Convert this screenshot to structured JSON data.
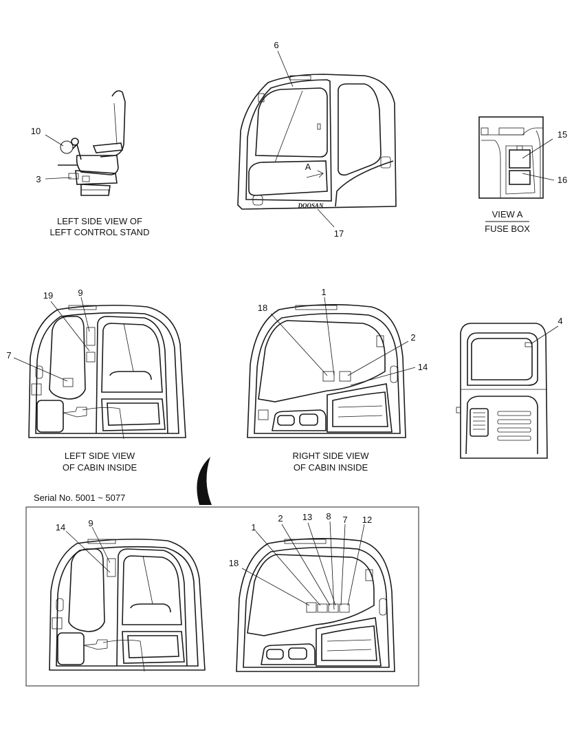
{
  "captions": {
    "control_stand_1": "LEFT SIDE VIEW OF",
    "control_stand_2": "LEFT CONTROL STAND",
    "view_a_1": "VIEW  A",
    "view_a_2": "FUSE BOX",
    "left_cabin_1": "LEFT SIDE VIEW",
    "left_cabin_2": "OF CABIN INSIDE",
    "right_cabin_1": "RIGHT SIDE VIEW",
    "right_cabin_2": "OF CABIN INSIDE",
    "serial": "Serial No. 5001 ~ 5077"
  },
  "brand": "DOOSAN",
  "view_marker": "A",
  "callouts": {
    "c6": "6",
    "c10": "10",
    "c3": "3",
    "c15": "15",
    "c16": "16",
    "c17": "17",
    "c19": "19",
    "c9": "9",
    "c7": "7",
    "c1": "1",
    "c18": "18",
    "c2": "2",
    "c14": "14",
    "c4": "4",
    "s14": "14",
    "s9": "9",
    "s1": "1",
    "s2": "2",
    "s13": "13",
    "s8": "8",
    "s7": "7",
    "s12": "12",
    "s18": "18"
  }
}
